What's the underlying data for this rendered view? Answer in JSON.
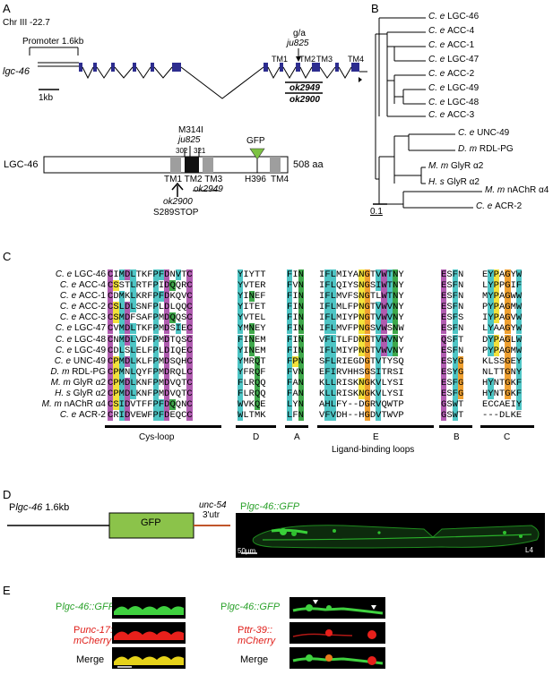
{
  "panels": {
    "A": "A",
    "B": "B",
    "C": "C",
    "D": "D",
    "E": "E"
  },
  "panelA": {
    "chr": "Chr III -22.7",
    "promoter": "Promoter 1.6kb",
    "gene": "lgc-46",
    "scale": "1kb",
    "snp": "g/a",
    "allele": "ju825",
    "tm_labels": [
      "TM1",
      "TM2",
      "TM3",
      "TM4"
    ],
    "deletions": [
      "ok2949",
      "ok2900"
    ],
    "protein": "LGC-46",
    "length": "508 aa",
    "mutation": "M314I",
    "mut_allele": "ju825",
    "pos1": "302",
    "pos2": "321",
    "gfp": "GFP",
    "h396": "H396",
    "tm4": "TM4",
    "tm123": "TM1 TM2 TM3",
    "del2": "ok2949",
    "del1": "ok2900",
    "stop": "S289STOP"
  },
  "panelB": {
    "taxa": [
      {
        "sp": "C. e",
        "name": "LGC-46"
      },
      {
        "sp": "C. e",
        "name": "ACC-4"
      },
      {
        "sp": "C. e",
        "name": "ACC-1"
      },
      {
        "sp": "C. e",
        "name": "LGC-47"
      },
      {
        "sp": "C. e",
        "name": "ACC-2"
      },
      {
        "sp": "C. e",
        "name": "LGC-49"
      },
      {
        "sp": "C. e",
        "name": "LGC-48"
      },
      {
        "sp": "C. e",
        "name": "ACC-3"
      },
      {
        "sp": "C. e",
        "name": "UNC-49"
      },
      {
        "sp": "D. m",
        "name": "RDL-PG"
      },
      {
        "sp": "M. m",
        "name": "GlyR α2"
      },
      {
        "sp": "H. s",
        "name": "GlyR α2"
      },
      {
        "sp": "M. m",
        "name": "nAChR α4"
      },
      {
        "sp": "C. e",
        "name": "ACR-2"
      }
    ],
    "scale": "0.1"
  },
  "panelC": {
    "names": [
      {
        "sp": "C. e",
        "name": "LGC-46"
      },
      {
        "sp": "C. e",
        "name": "ACC-4"
      },
      {
        "sp": "C. e",
        "name": "ACC-1"
      },
      {
        "sp": "C. e",
        "name": "ACC-2"
      },
      {
        "sp": "C. e",
        "name": "ACC-3"
      },
      {
        "sp": "C. e",
        "name": "LGC-47"
      },
      {
        "sp": "C. e",
        "name": "LGC-48"
      },
      {
        "sp": "C. e",
        "name": "LGC-49"
      },
      {
        "sp": "C. e",
        "name": "UNC-49"
      },
      {
        "sp": "D. m",
        "name": "RDL-PG"
      },
      {
        "sp": "M. m",
        "name": "GlyR α2"
      },
      {
        "sp": "H. s",
        "name": "GlyR α2"
      },
      {
        "sp": "M. m",
        "name": "nAChR α4"
      },
      {
        "sp": "C. e",
        "name": "ACR-2"
      }
    ],
    "cys": [
      "CIMDLTKFPFDNVTC",
      "CSSTLRTFPIDQQRC",
      "CDMKLKRFPFDKQVC",
      "CSLDLSNFPLDLQQC",
      "CSMDFSAFPMDQQSC",
      "CVMDLTKFPMDSIEC",
      "CNMDLVDFPMDTQSC",
      "CDLSLELFPLDIQEC",
      "CPMDLKLFPMDSQHC",
      "CPMNLQYFPMDRQLC",
      "CPMDLKNFPMDVQTC",
      "CPMDLKNFPMDVQTC",
      "CSIDVTFFPFDQQNC",
      "CRIDVEWFPFDEQCC"
    ],
    "D": [
      "YIYTT",
      "YVTER",
      "YINEF",
      "YITET",
      "YVTEL",
      "YMNEY",
      "FINEM",
      "YINEM",
      "YMRQT",
      "YFRQF",
      "FLRQQ",
      "FLRQQ",
      "WVKQE",
      "WLTMK"
    ],
    "A": [
      "FIN",
      "FVN",
      "FIN",
      "FIN",
      "FIN",
      "FIN",
      "FIN",
      "FIN",
      "FPN",
      "FVN",
      "FAN",
      "FAN",
      "LYN",
      "LFN"
    ],
    "E": [
      "IFLMIYANGTVWTNY",
      "IFLQIYSNGSIWTNY",
      "IFLMVFSNGTLWTNY",
      "IFLMLFPNGTVWVNY",
      "IFLMIYPNGTVWVNY",
      "IFLMVFPNGSVWSNW",
      "VFLTLFDNGTVWVNY",
      "IFLMIYPNGTVWVNY",
      "SFLRIEGDGTVTYSQ",
      "EFIRVHHSGSITRSI",
      "KLLRISKNGKVLYSI",
      "KLLRISKNGKVLYSI",
      "AHLFY--DGRVQWTP",
      "VFVDH--HGDVTWVP"
    ],
    "B": [
      "ESFN",
      "ESFN",
      "ESFN",
      "ESFN",
      "ESFS",
      "ESFN",
      "QSFT",
      "ESFN",
      "ESYG",
      "ESYG",
      "ESFG",
      "ESFG",
      "GSWT",
      "GSWT"
    ],
    "C": [
      "EYPAGYW",
      "LYPPGIF",
      "MYPAGWW",
      "PYPAGMW",
      "IYPAGVW",
      "LYAAGYW",
      "DYPAGLW",
      "PYPAGMW",
      "KLSSGEY",
      "NLTTGNY",
      "HYNTGKF",
      "HYNTGKF",
      "ECCAEIY",
      "---DLKE"
    ],
    "cys_label": "Cys-loop",
    "loop_labels": [
      "D",
      "A",
      "E",
      "B",
      "C"
    ],
    "lig_label": "Ligand-binding loops"
  },
  "panelD": {
    "promoter_p": "P",
    "promoter_gene": "lgc-46",
    "promoter_size": "1.6kb",
    "gfp": "GFP",
    "utr_gene": "unc-54",
    "utr": "3'utr",
    "image_title_p": "P",
    "image_title_gene": "lgc-46::GFP",
    "scale": "50μm",
    "stage": "L4"
  },
  "panelE": {
    "left": [
      {
        "p": "P",
        "g": "lgc-46::GFP",
        "color": "#2aa12a"
      },
      {
        "p": "P",
        "g": "unc-17::",
        "g2": "mCherry",
        "color": "#e0201b"
      },
      {
        "p": "",
        "g": "Merge",
        "color": "#000000"
      }
    ],
    "right": [
      {
        "p": "P",
        "g": "lgc-46::GFP",
        "color": "#2aa12a"
      },
      {
        "p": "P",
        "g": "ttr-39::",
        "g2": "mCherry",
        "color": "#e0201b"
      },
      {
        "p": "",
        "g": "Merge",
        "color": "#000000"
      }
    ]
  },
  "colors": {
    "exon": "#2d2d8f",
    "gfp_green": "#8bc34a",
    "cyan": "#4ec5c5",
    "purple": "#b05cb0",
    "yellow": "#f3e13b",
    "green": "#3ea84a",
    "orange": "#f0a030"
  }
}
